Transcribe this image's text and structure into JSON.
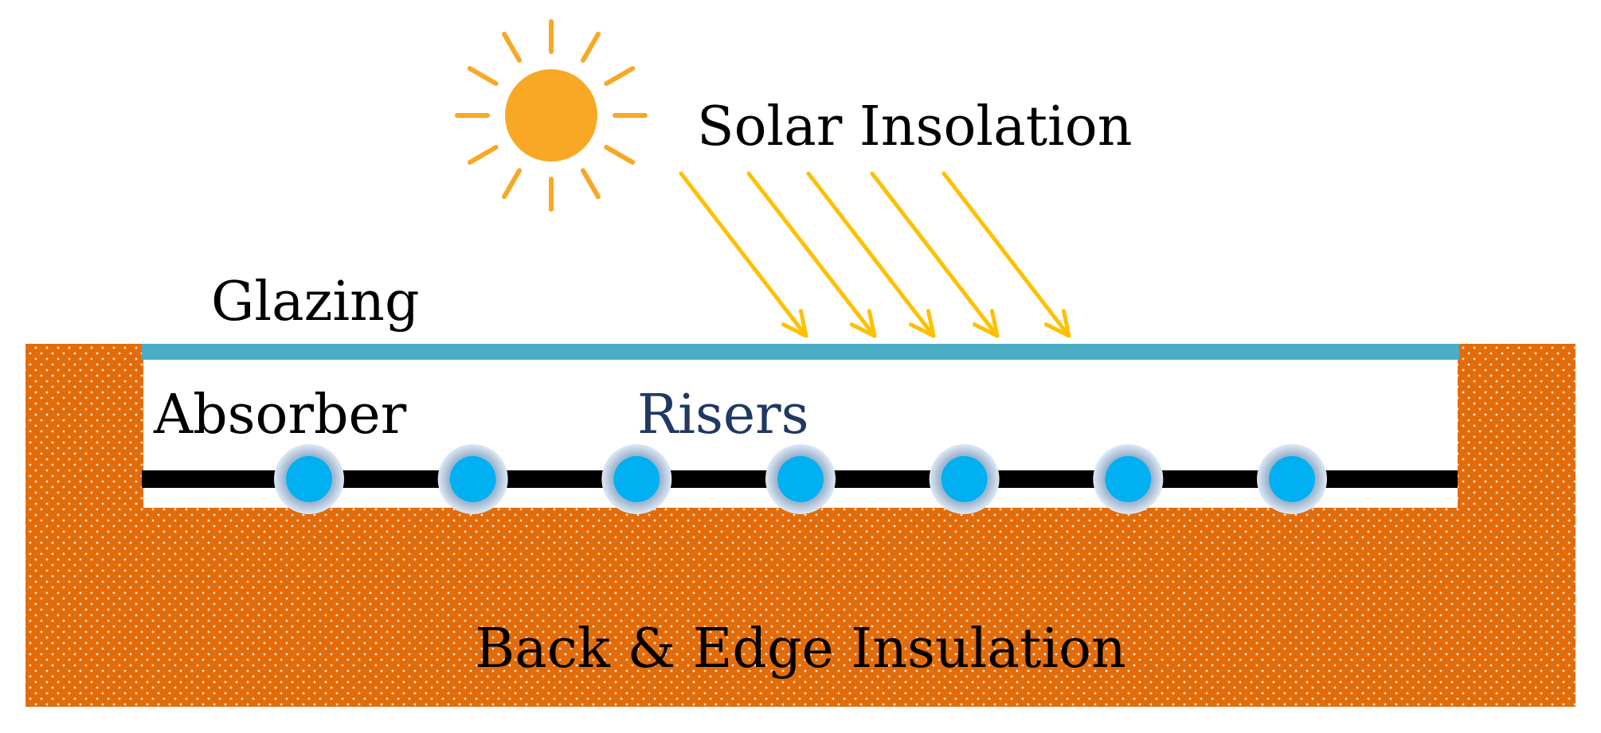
{
  "labels": {
    "solar": "Solar Insolation",
    "glazing": "Glazing",
    "absorber": "Absorber",
    "risers": "Risers",
    "insulation": "Back & Edge Insulation"
  },
  "colors": {
    "insulation": "#e36c0a",
    "insulation_dots": "#ffffff",
    "glazing": "#4bacc6",
    "absorber": "#000000",
    "riser_fill": "#00b0f0",
    "riser_ring": "#c6d9f1",
    "sun": "#f9a825",
    "arrows": "#ffc000",
    "risers_text": "#1f3864",
    "text": "#000000"
  },
  "icons": {
    "sun": "sun-icon",
    "arrows": "arrow-icon"
  },
  "riser_count": 7,
  "arrow_count": 5
}
